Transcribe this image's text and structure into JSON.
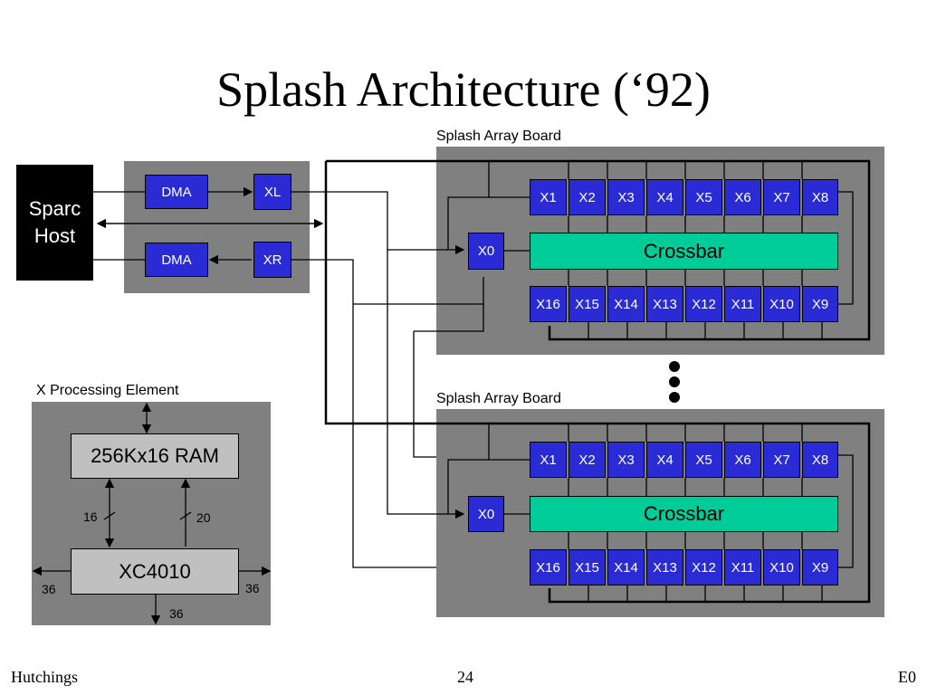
{
  "title": "Splash Architecture (‘92)",
  "host": {
    "line1": "Sparc",
    "line2": "Host"
  },
  "interface": {
    "dma_top": "DMA",
    "dma_bottom": "DMA",
    "xl": "XL",
    "xr": "XR"
  },
  "boards": [
    {
      "label": "Splash Array Board",
      "x0": "X0",
      "crossbar": "Crossbar",
      "top_row": [
        "X1",
        "X2",
        "X3",
        "X4",
        "X5",
        "X6",
        "X7",
        "X8"
      ],
      "bottom_row": [
        "X16",
        "X15",
        "X14",
        "X13",
        "X12",
        "X11",
        "X10",
        "X9"
      ]
    },
    {
      "label": "Splash Array Board",
      "x0": "X0",
      "crossbar": "Crossbar",
      "top_row": [
        "X1",
        "X2",
        "X3",
        "X4",
        "X5",
        "X6",
        "X7",
        "X8"
      ],
      "bottom_row": [
        "X16",
        "X15",
        "X14",
        "X13",
        "X12",
        "X11",
        "X10",
        "X9"
      ]
    }
  ],
  "pe": {
    "label": "X Processing Element",
    "ram": "256Kx16 RAM",
    "fpga": "XC4010",
    "bus_left": "16",
    "bus_right": "20",
    "io_left": "36",
    "io_right": "36",
    "io_bottom": "36"
  },
  "footer": {
    "author": "Hutchings",
    "page": "24",
    "code": "E0"
  }
}
